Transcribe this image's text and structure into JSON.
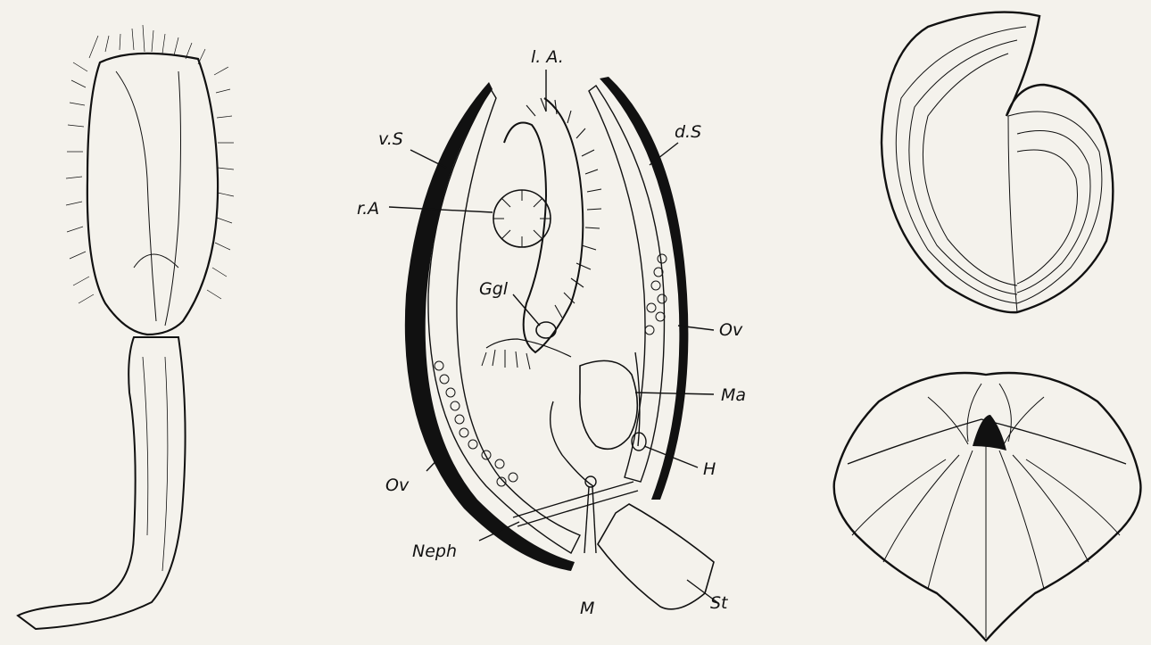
{
  "labels": {
    "lophophore_left_arm": "l. A.",
    "ventral_shell": "v.S",
    "dorsal_shell": "d.S",
    "lophophore_right_arm": "r.A",
    "ganglion": "Ggl",
    "ovary_upper": "Ov",
    "stomach": "Ma",
    "heart": "H",
    "ovary_lower": "Ov",
    "nephridium": "Neph",
    "muscles": "M",
    "stalk": "St"
  },
  "colors": {
    "ink": "#111111",
    "paper": "#f4f2ec"
  },
  "figures": [
    "lingula-with-pedicle",
    "brachiopod-section",
    "shell-side-view",
    "shell-front-view"
  ]
}
